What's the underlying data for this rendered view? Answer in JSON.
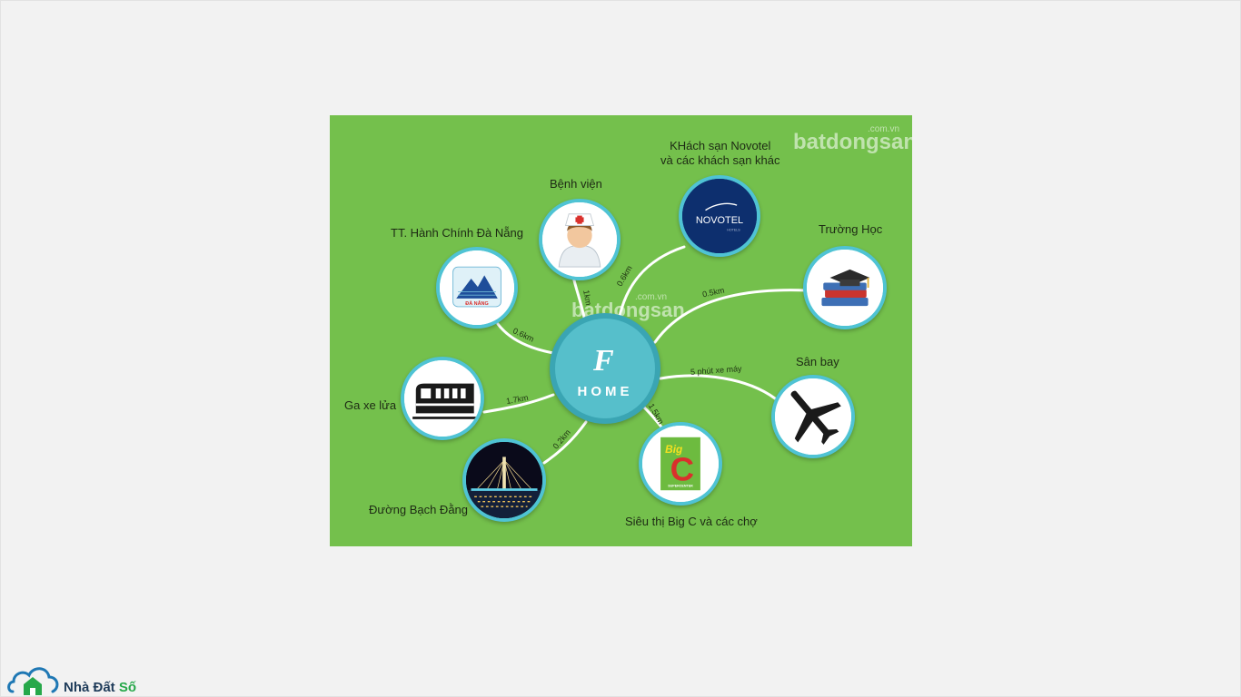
{
  "center": {
    "letter": "F",
    "label": "HOME"
  },
  "watermark": {
    "main": "batdongsan",
    "sub": ".com.vn"
  },
  "nodes": {
    "hospital": {
      "label": "Bệnh viện",
      "distance": "1km"
    },
    "novotel": {
      "label_line1": "KHách sạn Novotel",
      "label_line2": "và các khách sạn khác",
      "distance": "0.6km",
      "logo_text": "NOVOTEL",
      "logo_sub": "HOTELS"
    },
    "admin": {
      "label": "TT. Hành Chính Đà Nẵng",
      "distance": "0.6km",
      "logo_text": "ĐÀ NẴNG"
    },
    "school": {
      "label": "Trường Học",
      "distance": "0.5km"
    },
    "station": {
      "label": "Ga xe lửa",
      "distance": "1.7km"
    },
    "airport": {
      "label": "Sân bay",
      "distance": "5 phút xe máy"
    },
    "street": {
      "label": "Đường Bạch Đằng",
      "distance": "0.2km"
    },
    "bigc": {
      "label": "Siêu thị Big C và các chợ",
      "distance": "1.5km",
      "logo_big": "Big",
      "logo_c": "C",
      "logo_sub": "SUPERCENTER"
    }
  },
  "colors": {
    "background": "#74c04c",
    "ring": "#4fc3d4",
    "center": "#56bfcb",
    "link": "#ffffff"
  },
  "brand": {
    "name_part1": "Nhà Đất ",
    "name_part2": "Số"
  }
}
